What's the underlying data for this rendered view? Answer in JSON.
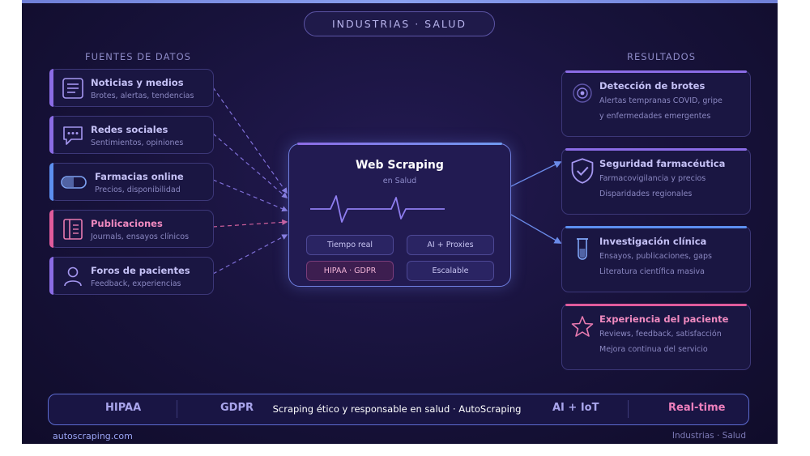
{
  "header": {
    "title": "INDUSTRIAS · SALUD"
  },
  "sections": {
    "sources": "FUENTES DE DATOS",
    "results": "RESULTADOS"
  },
  "sources": [
    {
      "title": "Noticias y medios",
      "subtitle": "Brotes, alertas, tendencias",
      "icon": "newspaper-icon",
      "color": "#8b6ce6"
    },
    {
      "title": "Redes sociales",
      "subtitle": "Sentimientos, opiniones",
      "icon": "chat-bubble-icon",
      "color": "#8b6ce6"
    },
    {
      "title": "Farmacias online",
      "subtitle": "Precios, disponibilidad",
      "icon": "pill-icon",
      "color": "#5c8ff0"
    },
    {
      "title": "Publicaciones",
      "subtitle": "Journals, ensayos clínicos",
      "icon": "journal-icon",
      "color": "#e05b9c"
    },
    {
      "title": "Foros de pacientes",
      "subtitle": "Feedback, experiencias",
      "icon": "person-icon",
      "color": "#8b6ce6"
    }
  ],
  "hub": {
    "title": "Web Scraping",
    "subtitle": "en Salud",
    "tags": [
      "Tiempo real",
      "AI + Proxies",
      "HIPAA · GDPR",
      "Escalable"
    ]
  },
  "results": [
    {
      "title": "Detección de brotes",
      "line1": "Alertas tempranas COVID, gripe",
      "line2": "y enfermedades emergentes",
      "icon": "target-icon",
      "color": "#8b6ce6"
    },
    {
      "title": "Seguridad farmacéutica",
      "line1": "Farmacovigilancia y precios",
      "line2": "Disparidades regionales",
      "icon": "shield-check-icon",
      "color": "#8b6ce6"
    },
    {
      "title": "Investigación clínica",
      "line1": "Ensayos, publicaciones, gaps",
      "line2": "Literatura científica masiva",
      "icon": "test-tube-icon",
      "color": "#5c8ff0"
    },
    {
      "title": "Experiencia del paciente",
      "line1": "Reviews, feedback, satisfacción",
      "line2": "Mejora continua del servicio",
      "icon": "star-icon",
      "color": "#e05b9c"
    }
  ],
  "footer": {
    "items": [
      "HIPAA",
      "GDPR",
      "AI + IoT",
      "Real-time"
    ],
    "center": "Scraping ético y responsable en salud · AutoScraping"
  },
  "brand": {
    "left": "autoscraping.com",
    "right": "Industrias · Salud"
  },
  "colors": {
    "accent_purple": "#8b6ce6",
    "accent_blue": "#5c8ff0",
    "accent_pink": "#e05b9c",
    "background": "#17123a"
  }
}
